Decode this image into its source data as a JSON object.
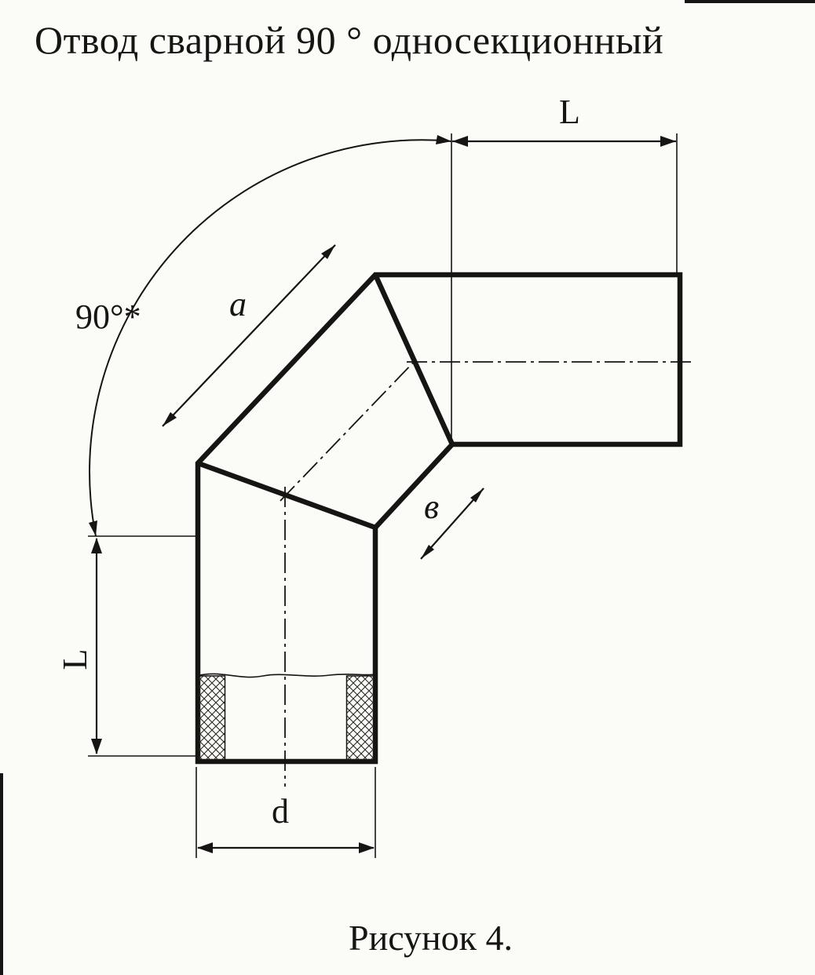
{
  "page": {
    "title": "Отвод сварной 90 ° односекционный",
    "caption": "Рисунок 4."
  },
  "labels": {
    "top_length": "L",
    "left_length": "L",
    "angle": "90°*",
    "outer_segment": "a",
    "inner_segment": "в",
    "diameter": "d"
  },
  "colors": {
    "ink": "#171513",
    "paper": "#fbfbf8"
  }
}
